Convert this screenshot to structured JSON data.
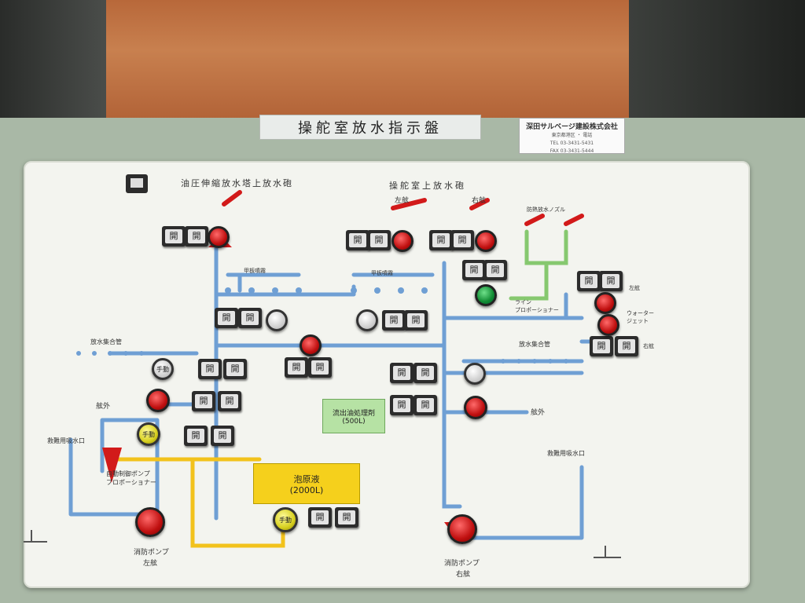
{
  "title_plate": "操舵室放水指示盤",
  "maker": {
    "name": "深田サルベージ建設株式会社",
    "address": "東京都港区 ・ 電話",
    "phone": "TEL 03-3431-5431",
    "fax": "FAX 03-3431-5444"
  },
  "sections": {
    "left_title": "油圧伸縮放水塔上放水砲",
    "right_title": "操舵室上放水砲",
    "port": "左舷",
    "starboard": "右舷",
    "spray_top": "防熱放水ノズル"
  },
  "labels": {
    "deck_spray_left": "甲板噴霧",
    "deck_spray_mid": "甲板噴霧",
    "manifold_left": "放水集合管",
    "manifold_right": "放水集合管",
    "outboard": "舷外",
    "sea_intake_left": "救難用吸水口",
    "sea_intake_right": "救難用吸水口",
    "line_proportioner": "ライン\nプロポーショナー",
    "water_jet": "ウォーター\nジェット",
    "pump_left": "消防ポンプ",
    "pump_left_side": "左舷",
    "pump_right": "消防ポンプ",
    "pump_right_side": "右舷",
    "auto_proportioner": "自動制御ポンプ\nプロポーショナー",
    "right_port": "左舷",
    "right_starboard": "右舷"
  },
  "tanks": {
    "foam_name": "泡原液",
    "foam_volume": "(2000L)",
    "oil_name": "流出油処理剤",
    "oil_volume": "(500L)"
  },
  "button_open": "開",
  "lamp_manual": "手動",
  "colors": {
    "pipe_blue": "#6f9fd4",
    "pipe_green": "#86c86f",
    "pipe_yellow": "#f2c21c",
    "accent_red": "#d21a1a"
  }
}
